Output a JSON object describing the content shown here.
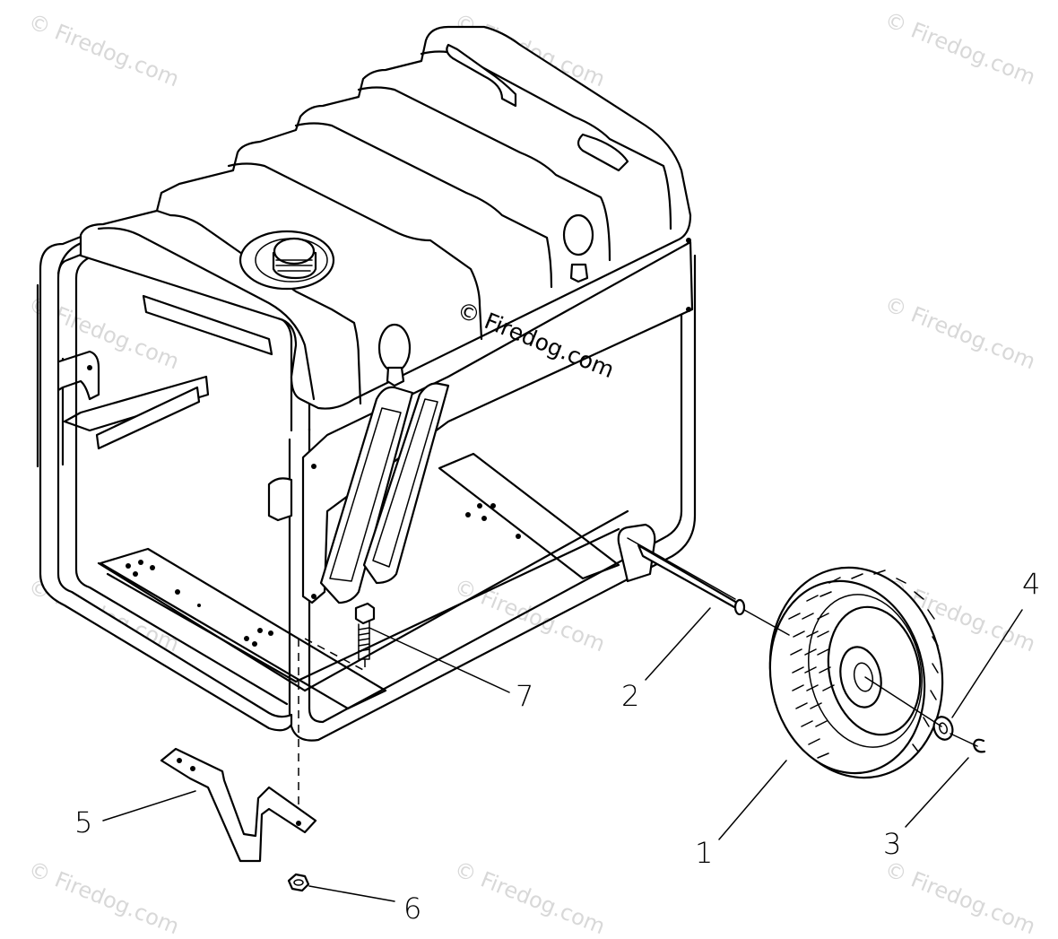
{
  "watermark": {
    "text": "© Firedog.com",
    "center_text": "© Firedog.com"
  },
  "callouts": [
    {
      "id": "1",
      "label": "1"
    },
    {
      "id": "2",
      "label": "2"
    },
    {
      "id": "3",
      "label": "3"
    },
    {
      "id": "4",
      "label": "4"
    },
    {
      "id": "5",
      "label": "5"
    },
    {
      "id": "6",
      "label": "6"
    },
    {
      "id": "7",
      "label": "7"
    }
  ],
  "parts": {
    "1": "wheel",
    "2": "axle",
    "3": "retaining-clip",
    "4": "washer",
    "5": "support-bracket",
    "6": "nut",
    "7": "bolt"
  },
  "colors": {
    "line": "#000000",
    "background": "#ffffff",
    "watermark": "#d8d8d8"
  }
}
